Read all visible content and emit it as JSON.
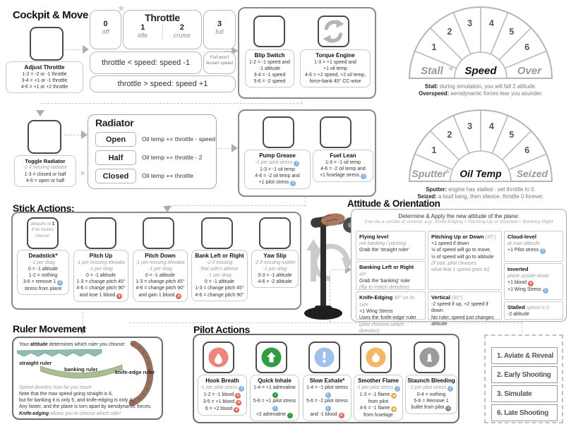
{
  "icon_glyphs": {
    "stress": "!",
    "blood": "♦",
    "adren": "↑",
    "flame": "▲",
    "bullet": "▪"
  },
  "titles": {
    "cockpit": "Cockpit & Move",
    "stick": "Stick Actions:",
    "attitude": "Attitude & Orientation",
    "ruler": "Ruler Movement",
    "pilot": "Pilot Actions"
  },
  "adjust_throttle": {
    "title": "Adjust Throttle",
    "lines": [
      {
        "t": "1-2 = -2 or -1 throttle"
      },
      {
        "t": "3-4 = +1 or -1 throttle"
      },
      {
        "t": "4-6 = +1 or +2 throttle"
      }
    ]
  },
  "throttle": {
    "title": "Throttle",
    "stops": [
      {
        "n": "0",
        "l": "off"
      },
      {
        "n": "1",
        "l": "idle"
      },
      {
        "n": "2",
        "l": "cruise"
      },
      {
        "n": "3",
        "l": "full"
      }
    ],
    "rule_lower": "throttle < speed: speed -1",
    "full_note": "Full won't lessen speed",
    "rule_raise": "throttle > speed: speed +1"
  },
  "blip_switch": {
    "title": "Blip Switch",
    "lines": [
      {
        "t": "1-2 = -1 speed and"
      },
      {
        "t": "-1 altitude"
      },
      {
        "t": "3-4 = -1 speed"
      },
      {
        "t": "5-6 = -2 speed"
      }
    ]
  },
  "torque_engine": {
    "title": "Torque Engine",
    "lines": [
      {
        "t": "1-3 = +1 speed and"
      },
      {
        "t": "+1 oil temp"
      },
      {
        "t": "4-6 = +2 speed, +2 oil temp,"
      },
      {
        "t": "force-bank 45° CC-wise"
      }
    ]
  },
  "speed_gauge": {
    "center": "Speed",
    "left": "Stall",
    "right": "Over",
    "ticks": [
      "1",
      "2",
      "3",
      "4",
      "5",
      "6"
    ],
    "note1_lead": "Stall:",
    "note1": " during simulation, you will fall 2 altitude.",
    "note2_lead": "Overspeed:",
    "note2": " aerodynamic forces tear you asunder."
  },
  "oil_gauge": {
    "center": "Oil Temp",
    "left": "Sputter",
    "right": "Seized",
    "ticks": [
      "1",
      "2",
      "3",
      "4",
      "5",
      "6"
    ],
    "note1_lead": "Sputter:",
    "note1": " engine has stalled - set throttle to 0.",
    "note2_lead": "Seized:",
    "note2": " a loud bang, then silence. throttle 0 forever."
  },
  "radiator": {
    "title": "Radiator",
    "rows": [
      {
        "mode": "Open",
        "rule": "Oil temp += throttle - speed"
      },
      {
        "mode": "Half",
        "rule": "Oil temp += throttle - 2"
      },
      {
        "mode": "Closed",
        "rule": "Oil temp += throttle"
      }
    ]
  },
  "toggle_radiator": {
    "title": "Toggle Radiator",
    "lines": [
      {
        "t": "-2 if missing radiator",
        "s": "i"
      },
      {
        "t": "1-3 = closed or half"
      },
      {
        "t": "4-6 = open or half"
      }
    ]
  },
  "pump_grease": {
    "title": "Pump Grease",
    "lines": [
      {
        "t": "-1 per pilot stress",
        "s": "i",
        "ic": "stress"
      },
      {
        "t": "1-3 = -1 oil temp"
      },
      {
        "t": "4-6 = -2 oil temp and"
      },
      {
        "t": "+1 pilot stress",
        "ic": "stress"
      }
    ]
  },
  "fuel_lean": {
    "title": "Fuel Lean",
    "lines": [
      {
        "t": "1-3 = -1 oil temp"
      },
      {
        "t": "4-6 = -2 oil temp and"
      },
      {
        "t": "+1 fuselage stress",
        "ic": "stress"
      }
    ]
  },
  "stick_cards": [
    {
      "title": "Deadstick*",
      "die_note_pre": "defaults to ",
      "die_note_bold": "1",
      "die_note_post": " if no moves chosen",
      "lines": [
        {
          "t": "-1 per drag",
          "s": "i"
        },
        {
          "t": "0 = -1 altitude"
        },
        {
          "t": "1-2 = nothing"
        },
        {
          "t": "3-6 = remove 1",
          "ic": "stress"
        },
        {
          "t": "stress from plane"
        }
      ]
    },
    {
      "title": "Pitch Up",
      "lines": [
        {
          "t": "-1 per missing elevator",
          "s": "i"
        },
        {
          "t": "-1 per drag",
          "s": "i"
        },
        {
          "t": "0 = -1 altitude"
        },
        {
          "t": "1-3 = change pitch 45°"
        },
        {
          "t": "4-6 = change pitch 90°"
        },
        {
          "t": "and lose 1 blood",
          "ic": "blood"
        }
      ]
    },
    {
      "title": "Pitch Down",
      "lines": [
        {
          "t": "-1 per missing elevator",
          "s": "i"
        },
        {
          "t": "-1 per drag",
          "s": "i"
        },
        {
          "t": "0 = -1 altitude"
        },
        {
          "t": "1-3 = change pitch 45°"
        },
        {
          "t": "4-6 = change pitch 90°"
        },
        {
          "t": "and gain 1 blood",
          "ic": "blood"
        }
      ]
    },
    {
      "title": "Bank Left or Right",
      "lines": [
        {
          "t": "-2 if missing",
          "s": "i"
        },
        {
          "t": "that side's aileron",
          "s": "i"
        },
        {
          "t": "-1 per drag",
          "s": "i"
        },
        {
          "t": "0 = -1 altitude"
        },
        {
          "t": "1-3 = change pitch 45°"
        },
        {
          "t": "4-6 = change pitch 90°"
        }
      ]
    },
    {
      "title": "Yaw Slip",
      "lines": [
        {
          "t": "-2 if missing rudder",
          "s": "i"
        },
        {
          "t": "-1 per drag",
          "s": "i"
        },
        {
          "t": "0-3 = -1 altitude"
        },
        {
          "t": "4-6 = -2 altitude"
        }
      ]
    }
  ],
  "attitude": {
    "header": "Determine & Apply the new attitude of the plane:",
    "subheader": "Can be a combo of several, e.g.: Knife-Edging + Pitching-Up or Inverted + Banking-Right",
    "cells": {
      "flying": {
        "title": "Flying level",
        "suffix": "",
        "lines": [
          {
            "t": "not banking / pitching",
            "s": "i"
          },
          {
            "t": "Grab the 'straight ruler'"
          }
        ]
      },
      "banking": {
        "title": "Banking Left or Right",
        "suffix": "45°",
        "lines": [
          {
            "t": "Grab the 'banking' ruler"
          },
          {
            "t": "(flip to match direction)",
            "s": "i"
          }
        ]
      },
      "knife": {
        "title": "Knife-Edging",
        "suffix": "90° on its side",
        "lines": [
          {
            "t": "+1 Wing Stress"
          },
          {
            "t": "Uses the 'knife-edge' ruler"
          },
          {
            "t": "(pilot chooses which direction)",
            "s": "i"
          }
        ]
      },
      "pitching": {
        "title": "Pitching Up or Down",
        "suffix": "(45°)",
        "lines": [
          {
            "t": "+1 speed if down"
          },
          {
            "t": "½ of speed will go to move,"
          },
          {
            "t": "½ of speed will go to altitude"
          },
          {
            "t": "(if odd, pilot chooses",
            "s": "i"
          },
          {
            "t": "what that 1 speed goes to)",
            "s": "i"
          }
        ]
      },
      "vertical": {
        "title": "Vertical",
        "suffix": "(90°)",
        "lines": [
          {
            "t": "-2 speed if up, +2 speed if down"
          },
          {
            "t": "No ruler, speed just changes"
          },
          {
            "t": "altitude"
          }
        ]
      },
      "cloud": {
        "title": "Cloud-level",
        "suffix": "",
        "lines": [
          {
            "t": "at max altitude",
            "s": "i"
          },
          {
            "t": "+1 Pilot stress",
            "ic": "stress"
          }
        ]
      },
      "inverted": {
        "title": "Inverted",
        "suffix": "",
        "lines": [
          {
            "t": "plane upside-down",
            "s": "i"
          },
          {
            "t": "+1 blood",
            "ic": "blood"
          },
          {
            "t": "+1 Wing Stress",
            "ic": "stress"
          }
        ]
      },
      "stalled": {
        "title": "Stalled",
        "suffix": "speed is 0",
        "lines": [
          {
            "t": "-2 altitude"
          }
        ]
      }
    }
  },
  "ruler": {
    "intro_pre": "Your ",
    "intro_bold": "attitude",
    "intro_post": " determines which ruler you choose:",
    "labels": {
      "straight": "straight ruler",
      "banking": "banking ruler",
      "knife": "knife-edge ruler"
    },
    "lines": [
      {
        "t": "Speed denotes how far you move",
        "s": "i"
      },
      {
        "t": "Note that the max speed going straight is 6,"
      },
      {
        "t": "but for banking it is only 5, and knife-edging is only 4."
      },
      {
        "t": "Any faster, and the plane is torn apart by aerodynamic forces."
      }
    ],
    "last_bold_italic": "Knife-edging",
    "last_rest": " allows you to choose which side!"
  },
  "pilot_cards": [
    {
      "title": "Hook Breath",
      "lines": [
        {
          "t": "-1 per pilot stress",
          "s": "i",
          "ic": "stress"
        },
        {
          "t": "1-2 = -1 blood",
          "ic": "blood"
        },
        {
          "t": "3-5 = +1 blood",
          "ic": "blood"
        },
        {
          "t": "6 = +2 blood",
          "ic": "blood"
        }
      ]
    },
    {
      "title": "Quick Inhale",
      "lines": [
        {
          "t": "1-4 = +1 adrenaline",
          "ic": "adren"
        },
        {
          "t": "5-6 = +1 pilot stress",
          "ic": "stress"
        },
        {
          "t": "+2 adrenaline",
          "ic": "adren"
        }
      ]
    },
    {
      "title": "Slow Exhale*",
      "lines": [
        {
          "t": "1-4 = -1 pilot stress",
          "ic": "stress"
        },
        {
          "t": "5-6 = -2 pilot stress",
          "ic": "stress"
        },
        {
          "t": "and -1 blood",
          "ic": "blood"
        }
      ]
    },
    {
      "title": "Smother Flame",
      "lines": [
        {
          "t": "-1 per pilot stress",
          "s": "i",
          "ic": "stress"
        },
        {
          "t": "1-3 = -1 flame",
          "ic": "flame"
        },
        {
          "t": "from pilot"
        },
        {
          "t": "4-6 = -1 flame",
          "ic": "flame"
        },
        {
          "t": "from fuselage"
        }
      ]
    },
    {
      "title": "Staunch Bleeding",
      "lines": [
        {
          "t": "-1 per pilot stress",
          "s": "i",
          "ic": "stress"
        },
        {
          "t": "0-4 = nothing"
        },
        {
          "t": "5-6 = Remove 1"
        },
        {
          "t": "bullet from pilot",
          "ic": "bullet"
        }
      ]
    }
  ],
  "phases": [
    {
      "label": "1. Aviate & Reveal"
    },
    {
      "label": "2. Early Shooting"
    },
    {
      "label": "3. Simulate"
    },
    {
      "label": "6. Late Shooting"
    }
  ]
}
